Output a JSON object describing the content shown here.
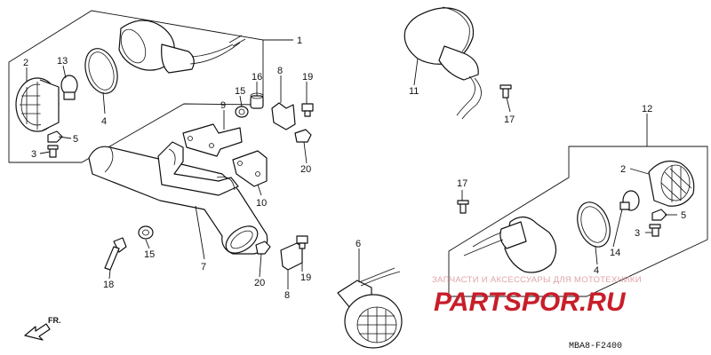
{
  "callouts": [
    "1",
    "2",
    "13",
    "4",
    "5",
    "3",
    "15",
    "16",
    "9",
    "8",
    "19",
    "20",
    "10",
    "7",
    "15",
    "18",
    "11",
    "17",
    "12",
    "2",
    "17",
    "5",
    "3",
    "4",
    "14",
    "6",
    "20",
    "8",
    "19"
  ],
  "watermark": {
    "tagline": "ЗАПЧАСТИ И АКСЕССУАРЫ ДЛЯ МОТОТЕХНИКИ",
    "site": "PARTSPOR.RU",
    "color": "#c81e2a"
  },
  "diagram_code": "MBA8-F2400",
  "direction_label": "FR.",
  "icons": [
    "front-direction-arrow-icon"
  ]
}
